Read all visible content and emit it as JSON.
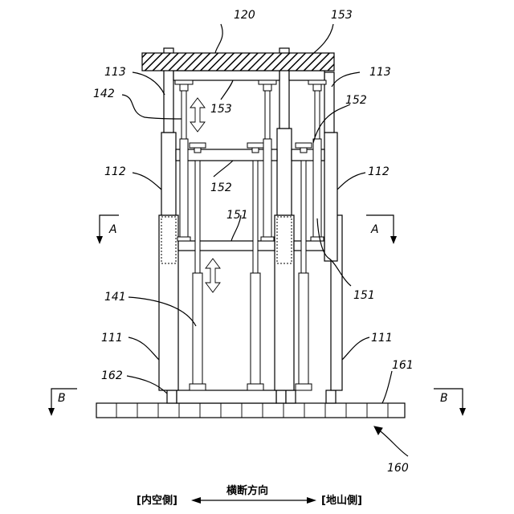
{
  "refs": {
    "r120": "120",
    "r153_top": "153",
    "r113_left": "113",
    "r113_right": "113",
    "r142": "142",
    "r153_mid": "153",
    "r152_right": "152",
    "r112_left": "112",
    "r112_right": "112",
    "r152_mid": "152",
    "r151_mid": "151",
    "r151_right": "151",
    "r141": "141",
    "r111_left": "111",
    "r111_right": "111",
    "r162": "162",
    "r161": "161",
    "r160": "160"
  },
  "sections": {
    "a_left": "A",
    "a_right": "A",
    "b_left": "B",
    "b_right": "B"
  },
  "axis": {
    "left": "[内空側]",
    "center": "横断方向",
    "right": "[地山側]"
  }
}
